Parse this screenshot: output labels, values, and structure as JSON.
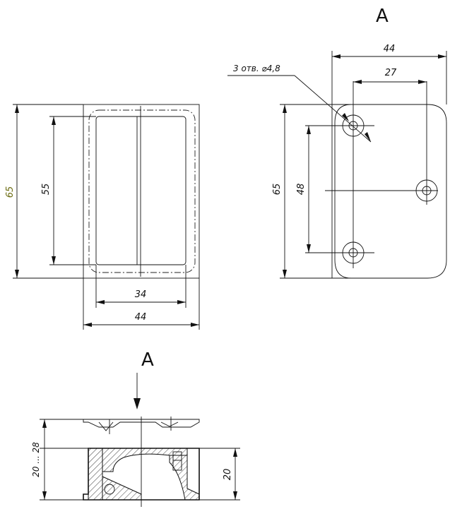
{
  "views": {
    "side_view_label": "A",
    "section_label": "A"
  },
  "front_view": {
    "dim_height_outer": "65",
    "dim_height_inner": "55",
    "dim_width_inner": "34",
    "dim_width_outer": "44"
  },
  "view_a": {
    "dim_width_total": "44",
    "dim_width_holes": "27",
    "dim_height_total": "65",
    "dim_height_holes": "48",
    "holes_callout": "3 отв. ⌀4,8"
  },
  "section": {
    "dim_adjust_range": "20 ... 28",
    "dim_base_height": "20"
  },
  "colors": {
    "line": "#111111",
    "background": "#ffffff"
  }
}
